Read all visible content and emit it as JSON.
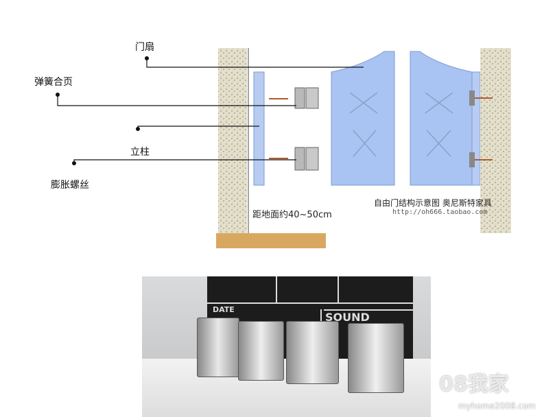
{
  "labels": {
    "door_leaf": "门扇",
    "spring_hinge": "弹簧合页",
    "post": "立柱",
    "expansion_screw": "膨胀螺丝"
  },
  "height_note": "距地面约40~50cm",
  "caption": "自由门结构示意图   奥尼斯特家具",
  "url": "http://oh666.taobao.com",
  "photo": {
    "board_date": "DATE",
    "board_sound": "SOUND"
  },
  "watermark": {
    "logo": "08我家",
    "site": "myhome2008.com"
  },
  "colors": {
    "door": "#a9c4f2",
    "wall": "#d8d4c0",
    "floor": "#d9a860",
    "board": "#1c1c1c"
  }
}
